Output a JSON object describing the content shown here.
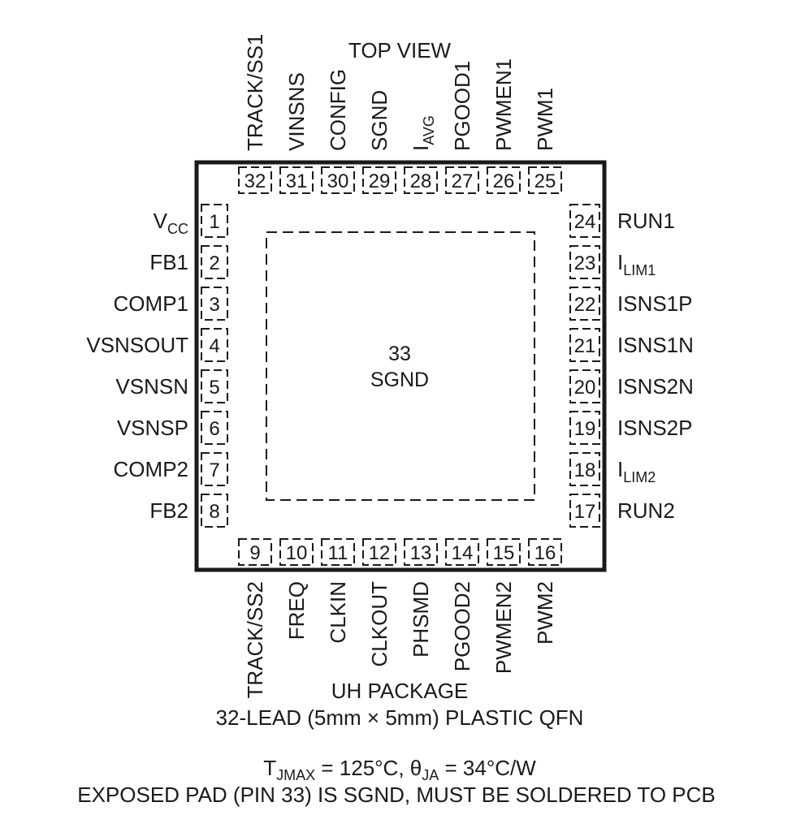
{
  "title": "TOP VIEW",
  "package": {
    "name": "UH PACKAGE",
    "description": "32-LEAD (5mm × 5mm) PLASTIC QFN"
  },
  "notes": {
    "thermal": {
      "t_symbol": "T",
      "t_sub": "JMAX",
      "t_value": " = 125°C, ",
      "theta_symbol": "θ",
      "theta_sub": "JA",
      "theta_value": " = 34°C/W"
    },
    "exposed_pad": "EXPOSED PAD (PIN 33) IS SGND, MUST BE SOLDERED TO PCB"
  },
  "exposed_pad": {
    "number": "33",
    "name": "SGND"
  },
  "colors": {
    "line": "#1a1a1a",
    "background": "#ffffff"
  },
  "pins": {
    "left": [
      {
        "num": "1",
        "name": "V",
        "sub": "CC"
      },
      {
        "num": "2",
        "name": "FB1"
      },
      {
        "num": "3",
        "name": "COMP1"
      },
      {
        "num": "4",
        "name": "VSNSOUT"
      },
      {
        "num": "5",
        "name": "VSNSN"
      },
      {
        "num": "6",
        "name": "VSNSP"
      },
      {
        "num": "7",
        "name": "COMP2"
      },
      {
        "num": "8",
        "name": "FB2"
      }
    ],
    "bottom": [
      {
        "num": "9",
        "name": "TRACK/SS2"
      },
      {
        "num": "10",
        "name": "FREQ"
      },
      {
        "num": "11",
        "name": "CLKIN"
      },
      {
        "num": "12",
        "name": "CLKOUT"
      },
      {
        "num": "13",
        "name": "PHSMD"
      },
      {
        "num": "14",
        "name": "PGOOD2"
      },
      {
        "num": "15",
        "name": "PWMEN2"
      },
      {
        "num": "16",
        "name": "PWM2"
      }
    ],
    "right": [
      {
        "num": "24",
        "name": "RUN1"
      },
      {
        "num": "23",
        "name": "I",
        "sub": "LIM1"
      },
      {
        "num": "22",
        "name": "ISNS1P"
      },
      {
        "num": "21",
        "name": "ISNS1N"
      },
      {
        "num": "20",
        "name": "ISNS2N"
      },
      {
        "num": "19",
        "name": "ISNS2P"
      },
      {
        "num": "18",
        "name": "I",
        "sub": "LIM2"
      },
      {
        "num": "17",
        "name": "RUN2"
      }
    ],
    "top": [
      {
        "num": "32",
        "name": "TRACK/SS1"
      },
      {
        "num": "31",
        "name": "VINSNS"
      },
      {
        "num": "30",
        "name": "CONFIG"
      },
      {
        "num": "29",
        "name": "SGND"
      },
      {
        "num": "28",
        "name": "I",
        "sub": "AVG"
      },
      {
        "num": "27",
        "name": "PGOOD1"
      },
      {
        "num": "26",
        "name": "PWMEN1"
      },
      {
        "num": "25",
        "name": "PWM1"
      }
    ]
  }
}
